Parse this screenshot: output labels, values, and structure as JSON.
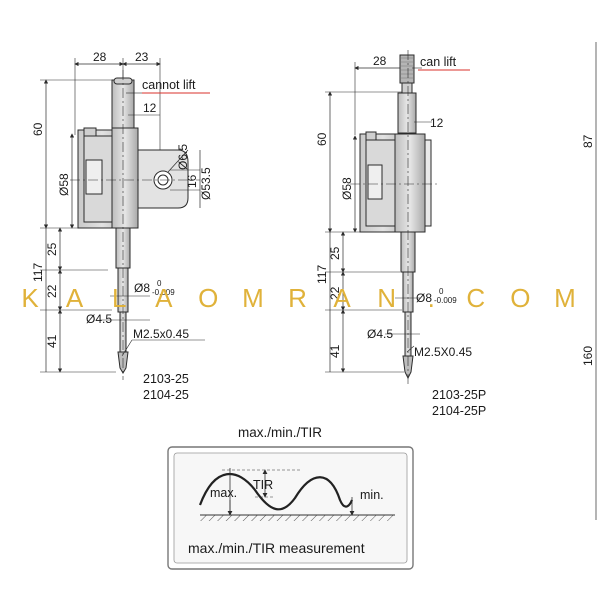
{
  "left_indicator": {
    "dim_top_left": "28",
    "dim_top_right": "23",
    "note": "cannot lift",
    "dim_12": "12",
    "dim_60": "60",
    "dim_58": "Ø58",
    "dim_6_5": "Ø6.5",
    "dim_16": "16",
    "dim_53_5": "Ø53.5",
    "dim_25": "25",
    "dim_117": "117",
    "dim_22": "22",
    "dim_8": "Ø8",
    "tol_upper": "0",
    "tol_lower": "-0.009",
    "dim_4_5": "Ø4.5",
    "thread": "M2.5x0.45",
    "dim_41": "41",
    "model_1": "2103-25",
    "model_2": "2104-25"
  },
  "right_indicator": {
    "dim_top_left": "28",
    "note": "can lift",
    "dim_12": "12",
    "dim_60": "60",
    "dim_58": "Ø58",
    "dim_87": "87",
    "dim_25": "25",
    "dim_117": "117",
    "dim_22": "22",
    "dim_8": "Ø8",
    "tol_upper": "0",
    "tol_lower": "-0.009",
    "dim_4_5": "Ø4.5",
    "thread": "M2.5X0.45",
    "dim_41": "41",
    "dim_160": "160",
    "model_1": "2103-25P",
    "model_2": "2104-25P"
  },
  "watermark": [
    "K",
    "A",
    "L",
    "A",
    "O",
    "M",
    "R",
    "A",
    "N",
    ".",
    "C",
    "O",
    "M"
  ],
  "tir": {
    "title": "max./min./TIR",
    "max_label": "max.",
    "tir_label": "TIR",
    "min_label": "min.",
    "caption": "max./min./TIR measurement"
  },
  "colors": {
    "line": "#2b2b2b",
    "body_fill": "#d6d6d6",
    "body_dark": "#9a9a9a",
    "note_underline": "#d9322b",
    "watermark": "#e0b23a",
    "box_border": "#777777",
    "box_fill": "#f7f7f7"
  }
}
